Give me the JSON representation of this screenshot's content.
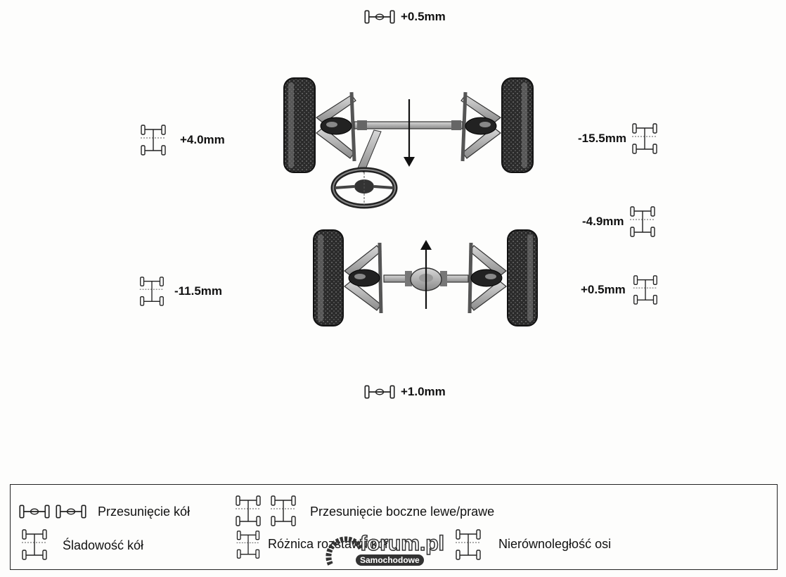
{
  "measurements": {
    "top": "+0.5mm",
    "front_left": "+4.0mm",
    "front_right": "-15.5mm",
    "middle_right": "-4.9mm",
    "rear_left": "-11.5mm",
    "rear_right": "+0.5mm",
    "bottom": "+1.0mm"
  },
  "legend": {
    "wheel_offset": "Przesunięcie kół",
    "lateral_offset": "Przesunięcie boczne lewe/prawe",
    "track_width": "Śladowość kół",
    "wheelbase_difference": "Różnica rozstawu kół",
    "axle_offset": "Nierównoległość osi"
  },
  "watermark": {
    "brand": "forum.pl",
    "sub": "Samochodowe"
  },
  "colors": {
    "ink": "#111111",
    "tire": "#3a3a3a",
    "frame": "#9a9a9a"
  }
}
